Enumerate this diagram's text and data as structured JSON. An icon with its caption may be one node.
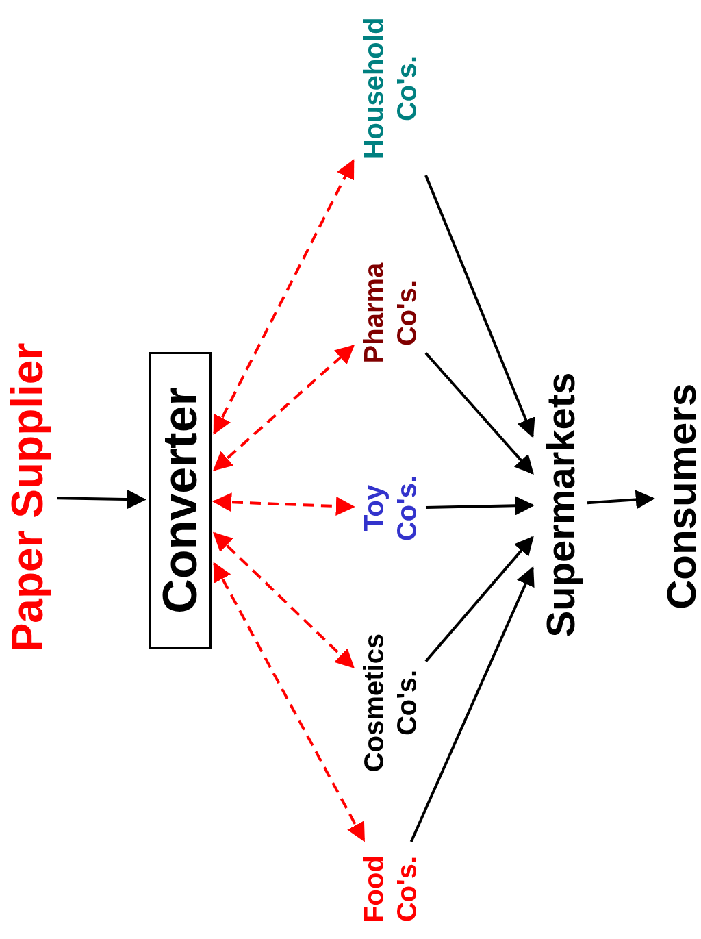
{
  "diagram": {
    "nodes": [
      {
        "text": [
          "Paper Supplier"
        ]
      },
      {
        "text": [
          "Converter"
        ]
      },
      {
        "text": [
          "Household Co's."
        ]
      },
      {
        "text": [
          "Pharma Co's."
        ]
      },
      {
        "text": [
          "Toy Co's."
        ]
      },
      {
        "text": [
          "Cosmetics Co's."
        ]
      },
      {
        "text": [
          "Food Co's."
        ]
      },
      {
        "text": [
          "Supermarkets"
        ]
      },
      {
        "text": [
          "Consumers"
        ]
      }
    ],
    "edges": [
      {
        "from": 0,
        "to": 1,
        "arrow": "to"
      },
      {
        "from": 1,
        "to": 2,
        "arrow": "both",
        "style": "dashed",
        "color": "#ff0000"
      },
      {
        "from": 1,
        "to": 3,
        "arrow": "both",
        "style": "dashed",
        "color": "#ff0000"
      },
      {
        "from": 1,
        "to": 4,
        "arrow": "both",
        "style": "dashed",
        "color": "#ff0000"
      },
      {
        "from": 1,
        "to": 5,
        "arrow": "both",
        "style": "dashed",
        "color": "#ff0000"
      },
      {
        "from": 1,
        "to": 6,
        "arrow": "both",
        "style": "dashed",
        "color": "#ff0000"
      },
      {
        "from": 2,
        "to": 7,
        "arrow": "to"
      },
      {
        "from": 3,
        "to": 7,
        "arrow": "to"
      },
      {
        "from": 4,
        "to": 7,
        "arrow": "to"
      },
      {
        "from": 5,
        "to": 7,
        "arrow": "to"
      },
      {
        "from": 6,
        "to": 7,
        "arrow": "to"
      },
      {
        "from": 7,
        "to": 8,
        "arrow": "to"
      }
    ]
  }
}
